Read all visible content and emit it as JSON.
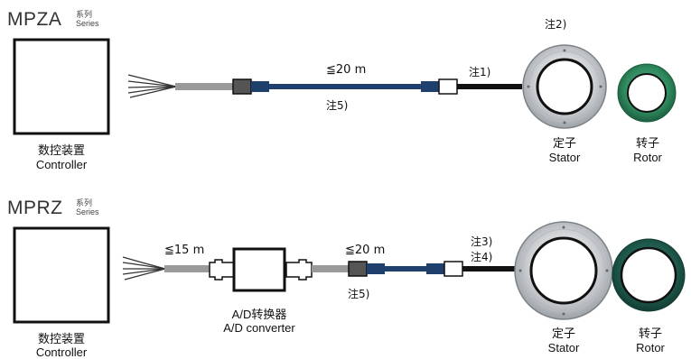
{
  "section_mpza": {
    "series_name": "MPZA",
    "series_cn": "系列",
    "series_en": "Series",
    "controller_cn": "数控装置",
    "controller_en": "Controller",
    "cable_length": "≦20 m",
    "note_1": "注1)",
    "note_2": "注2)",
    "note_5": "注5)",
    "stator_cn": "定子",
    "stator_en": "Stator",
    "rotor_cn": "转子",
    "rotor_en": "Rotor"
  },
  "section_mprz": {
    "series_name": "MPRZ",
    "series_cn": "系列",
    "series_en": "Series",
    "controller_cn": "数控装置",
    "controller_en": "Controller",
    "cable_length_1": "≦15 m",
    "cable_length_2": "≦20 m",
    "converter_cn": "A/D转换器",
    "converter_en": "A/D converter",
    "note_3": "注3)",
    "note_4": "注4)",
    "note_5": "注5)",
    "stator_cn": "定子",
    "stator_en": "Stator",
    "rotor_cn": "转子",
    "rotor_en": "Rotor"
  },
  "colors": {
    "cable_gray": "#9a9a9a",
    "cable_blue": "#1f3f6c",
    "connector_dark": "#555555",
    "stator_ring": "#c9cdd1",
    "rotor_ring": "#2f8a5e"
  }
}
